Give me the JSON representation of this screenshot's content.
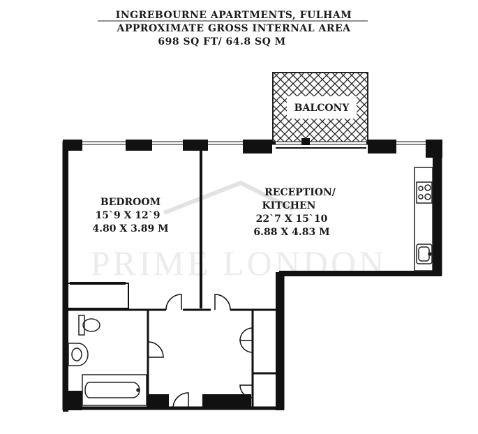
{
  "header": {
    "title": "INGREBOURNE APARTMENTS, FULHAM",
    "subtitle": "APPROXIMATE GROSS INTERNAL AREA",
    "area": "698 SQ FT/ 64.8 SQ M"
  },
  "watermark": "PRIME LONDON",
  "rooms": {
    "balcony": {
      "name": "BALCONY"
    },
    "bedroom": {
      "name": "BEDROOM",
      "imperial": "15`9 X 12`9",
      "metric": "4.80 X 3.89 M"
    },
    "reception": {
      "name1": "RECEPTION/",
      "name2": "KITCHEN",
      "imperial": "22`7 X 15`10",
      "metric": "6.88 X 4.83 M"
    }
  }
}
